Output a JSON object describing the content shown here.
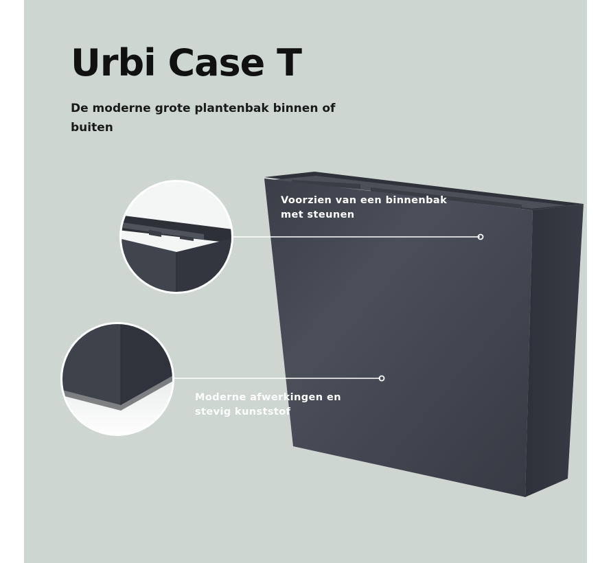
{
  "header": {
    "title": "Urbi Case T",
    "subtitle": "De moderne grote plantenbak binnen of buiten"
  },
  "callouts": [
    {
      "text": "Voorzien van een binnenbak met steunen"
    },
    {
      "text": "Moderne afwerkingen en stevig kunststof"
    }
  ],
  "colors": {
    "background": "#cdd6d1",
    "product": "#3f434d",
    "callout_line": "#ffffff"
  }
}
